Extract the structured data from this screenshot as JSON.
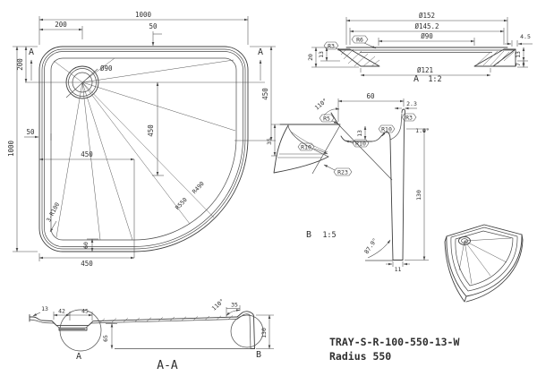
{
  "footer": {
    "model": "TRAY-S-R-100-550-13-W",
    "radius_note": "Radius 550"
  },
  "plan": {
    "dim_top_overall": "1000",
    "dim_top_drain_offset": "200",
    "dim_top_rim": "50",
    "dim_left_overall": "1000",
    "dim_left_drain_offset": "200",
    "dim_left_rim": "50",
    "drain_diameter": "Ø90",
    "dim_center_vertical": "450",
    "dim_center_horizontal": "450",
    "dim_bottom": "450",
    "dim_right_vertical": "450",
    "dim_bottom_step": "60",
    "corner_radius_note": "3-R100",
    "floor_radius": "R490",
    "outer_radius": "R550",
    "section_mark_left": "A",
    "section_mark_right": "A"
  },
  "detail_a": {
    "title": "A",
    "scale": "1:2",
    "dia_outer": "Ø152",
    "dia_mid": "Ø145.2",
    "dia_hole": "Ø90",
    "dia_bottom": "Ø121",
    "radius_r6": "R6",
    "radius_r3": "R3",
    "lip_width": "4.5",
    "height_total": "20",
    "height_left": "13",
    "height_right": "13",
    "height_step": "7"
  },
  "detail_b": {
    "title": "B",
    "scale": "1:5",
    "width_top": "60",
    "angle_lip": "110°",
    "radius_r5": "R5",
    "lip_top_width": "2.3",
    "radius_r3": "R3",
    "depth_notch": "13",
    "radius_r10_wall": "R10",
    "radius_r10_notch": "R10",
    "radius_r10_band": "R10",
    "taper_angle": "1.0°",
    "height_left": "35",
    "radius_r23": "R23",
    "wall_height": "130",
    "base_angle": "87.9°",
    "wall_bottom_width": "11"
  },
  "section_aa": {
    "title": "A-A",
    "lip_height": "13",
    "drain_pos_1": "42",
    "drain_pos_2": "45",
    "angle_lip": "110°",
    "rim_width": "35",
    "depth": "65",
    "wall_height": "130",
    "detail_a_mark": "A",
    "detail_b_mark": "B"
  }
}
